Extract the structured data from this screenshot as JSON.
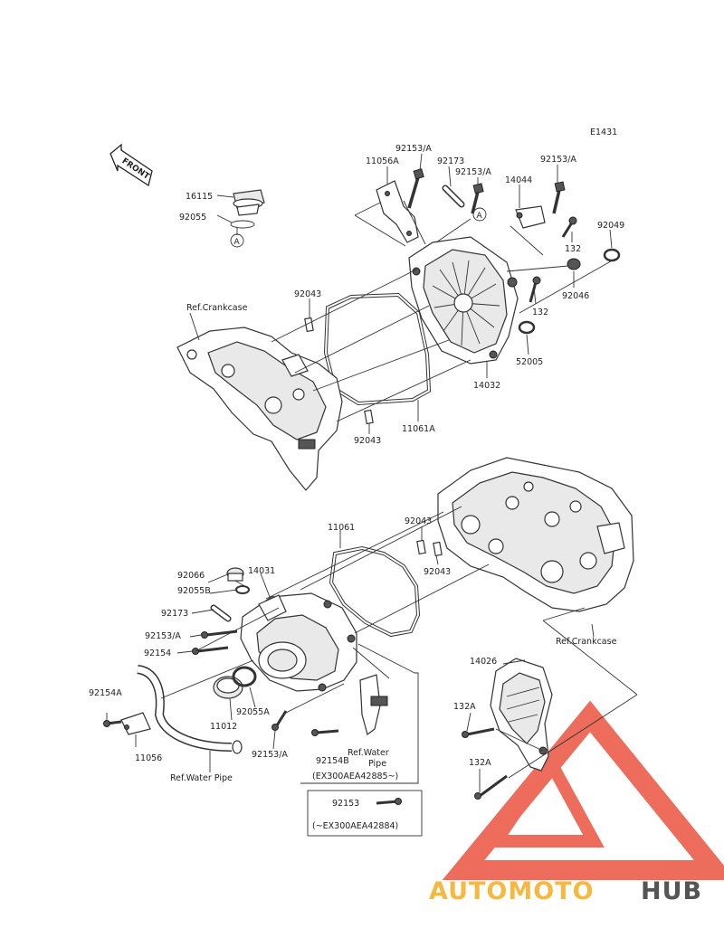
{
  "diagram_code": "E1431",
  "front_label": "FRONT",
  "ref_mark": "A",
  "watermark": {
    "part1": "AUTOMOTO",
    "part2": "HUB",
    "color1": "#f5b942",
    "color2": "#555555",
    "triangle_color": "#e8442e"
  },
  "labels": {
    "p92153a_top1": "92153/A",
    "p11056a": "11056A",
    "p92173_top": "92173",
    "p92153a_top2": "92153/A",
    "p92153a_top3": "92153/A",
    "p14044": "14044",
    "p16115": "16115",
    "p92055": "92055",
    "p92049": "92049",
    "p132_a": "132",
    "p92046": "92046",
    "p132_b": "132",
    "p92043_a": "92043",
    "ref_crankcase_top": "Ref.Crankcase",
    "p52005": "52005",
    "p14032": "14032",
    "p92043_b": "92043",
    "p11061a": "11061A",
    "p11061": "11061",
    "p92043_c": "92043",
    "p92066": "92066",
    "p14031": "14031",
    "p92055b": "92055B",
    "p92043_d": "92043",
    "p92173_low": "92173",
    "p92153a_low": "92153/A",
    "p92154": "92154",
    "ref_crankcase_low": "Ref.Crankcase",
    "p14026": "14026",
    "p92154a": "92154A",
    "p92055a": "92055A",
    "p11012": "11012",
    "p132a_1": "132A",
    "p11056": "11056",
    "p92153a_low2": "92153/A",
    "p92154b": "92154B",
    "ref_water_pipe_box_1": "Ref.Water",
    "ref_water_pipe_box_2": "Pipe",
    "ref_water_pipe": "Ref.Water Pipe",
    "serial_from": "(EX300AEA42885~)",
    "p132a_2": "132A",
    "p92153_box": "92153",
    "serial_to": "(~EX300AEA42884)"
  }
}
